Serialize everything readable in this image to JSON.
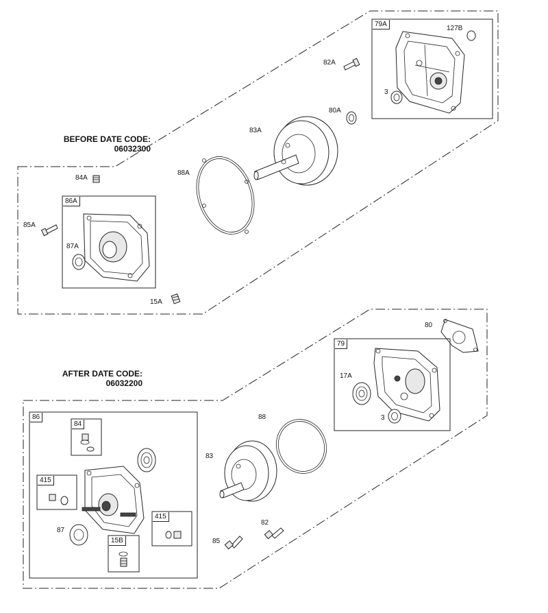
{
  "sections": {
    "before": {
      "title": "BEFORE DATE CODE:",
      "code": "06032300"
    },
    "after": {
      "title": "AFTER DATE CODE:",
      "code": "06032200"
    }
  },
  "labels": {
    "p79A": "79A",
    "p127B": "127B",
    "p82A": "82A",
    "p3_top": "3",
    "p80A": "80A",
    "p83A": "83A",
    "p88A": "88A",
    "p84A": "84A",
    "p86A": "86A",
    "p85A": "85A",
    "p87A": "87A",
    "p15A": "15A",
    "p80": "80",
    "p79": "79",
    "p17A": "17A",
    "p3_bottom": "3",
    "p88": "88",
    "p86": "86",
    "p84": "84",
    "p83": "83",
    "p415_left": "415",
    "p415_right": "415",
    "p87": "87",
    "p15B": "15B",
    "p82": "82",
    "p85": "85"
  }
}
